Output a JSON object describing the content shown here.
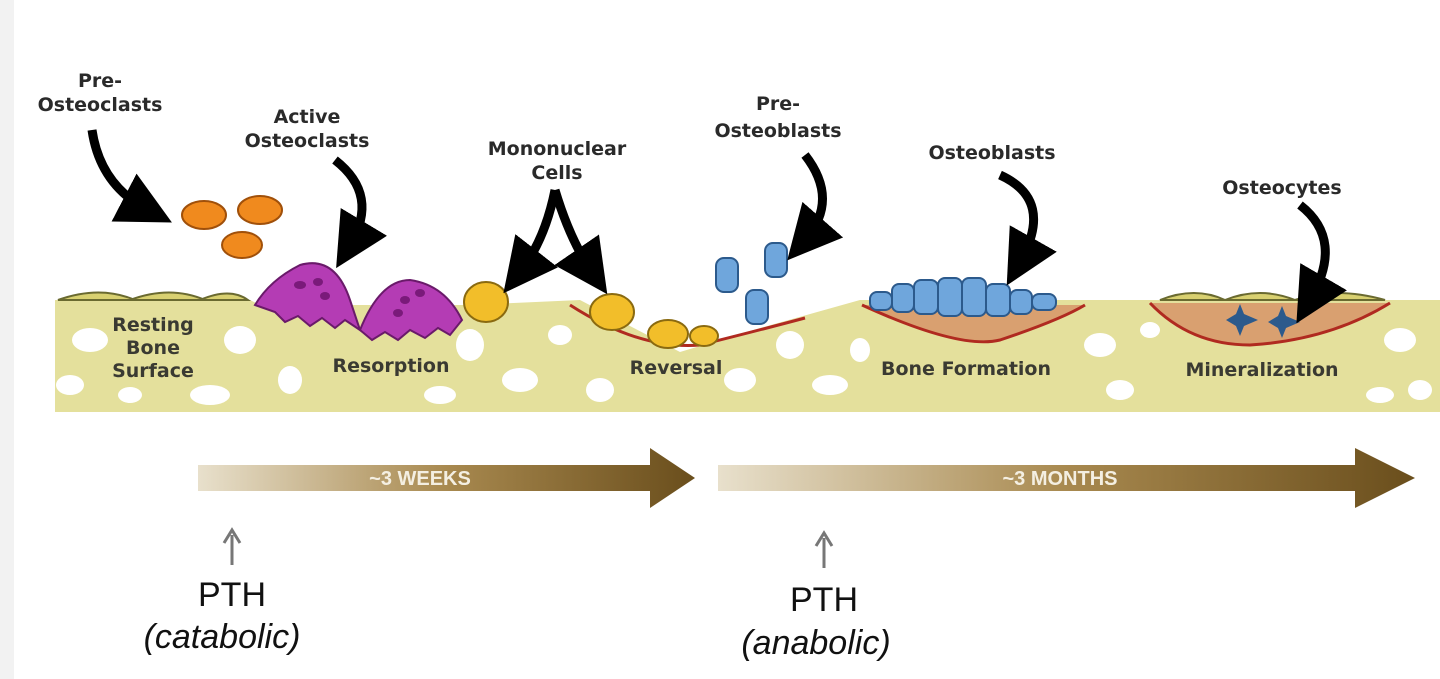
{
  "cells": {
    "pre_osteoclasts": [
      "Pre-",
      "Osteoclasts"
    ],
    "active_osteoclasts": [
      "Active",
      "Osteoclasts"
    ],
    "mononuclear": [
      "Mononuclear",
      "Cells"
    ],
    "pre_osteoblasts": [
      "Pre-",
      "Osteoblasts"
    ],
    "osteoblasts": "Osteoblasts",
    "osteocytes": "Osteocytes"
  },
  "stages": {
    "resting": [
      "Resting",
      "Bone",
      "Surface"
    ],
    "resorption": "Resorption",
    "reversal": "Reversal",
    "formation": "Bone Formation",
    "mineralization": "Mineralization"
  },
  "timeline": {
    "weeks": "~3 WEEKS",
    "months": "~3 MONTHS"
  },
  "pth": {
    "catabolic": {
      "name": "PTH",
      "mode": "(catabolic)"
    },
    "anabolic": {
      "name": "PTH",
      "mode": "(anabolic)"
    }
  },
  "colors": {
    "bone": "#e4e09c",
    "osteoclast": "#b43cb4",
    "mononuclear": "#f2be2a",
    "osteoblast": "#6fa6dc",
    "arrow": "#6a4e1c",
    "osteocyte": "#2c5a8c"
  }
}
